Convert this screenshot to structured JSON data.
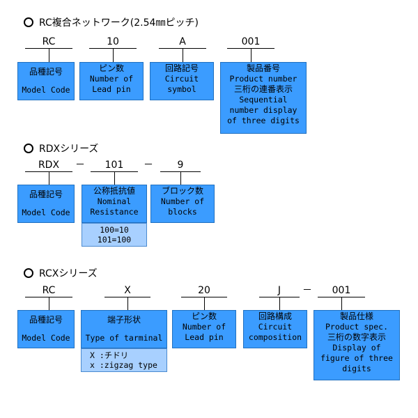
{
  "sections": [
    {
      "title": "RC複合ネットワーク(2.54㎜ピッチ)",
      "codes": [
        "RC",
        "10",
        "A",
        "001"
      ],
      "boxes": [
        {
          "l1": "品種記号",
          "l2": "Model Code"
        },
        {
          "l1": "ピン数",
          "l2": "Number of",
          "l3": "Lead pin"
        },
        {
          "l1": "回路記号",
          "l2": "Circuit",
          "l3": "symbol"
        },
        {
          "l1": "製品番号",
          "l2": "Product number",
          "l3": "三桁の連番表示",
          "l4": "Sequential",
          "l5": "number display",
          "l6": "of three digits"
        }
      ]
    },
    {
      "title": "RDXシリーズ",
      "codes": [
        "RDX",
        "101",
        "9"
      ],
      "dashes": [
        "－",
        "－"
      ],
      "boxes": [
        {
          "l1": "品種記号",
          "l2": "Model Code"
        },
        {
          "l1": "公称抵抗値",
          "l2": "Nominal",
          "l3": "Resistance"
        },
        {
          "l1": "ブロック数",
          "l2": "Number of",
          "l3": "blocks"
        }
      ],
      "sub": [
        "100=10",
        "101=100"
      ]
    },
    {
      "title": "RCXシリーズ",
      "codes": [
        "RC",
        "X",
        "20",
        "J",
        "001"
      ],
      "dashes": [
        "－"
      ],
      "boxes": [
        {
          "l1": "品種記号",
          "l2": "Model Code"
        },
        {
          "l1": "端子形状",
          "l2": "Type of tarminal"
        },
        {
          "l1": "ピン数",
          "l2": "Number of",
          "l3": "Lead pin"
        },
        {
          "l1": "回路構成",
          "l2": "Circuit",
          "l3": "composition"
        },
        {
          "l1": "製品仕様",
          "l2": "Product spec.",
          "l3": "三桁の数字表示",
          "l4": "Display of",
          "l5": "figure of three",
          "l6": "digits"
        }
      ],
      "sub": [
        "X :チドリ",
        "x :zigzag type"
      ]
    }
  ],
  "colors": {
    "box_fill": "#3b9cff",
    "sub_fill": "#a8d0ff"
  }
}
